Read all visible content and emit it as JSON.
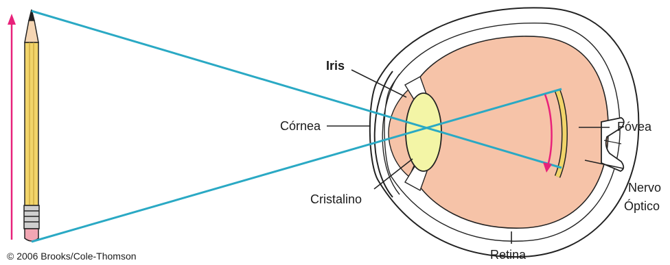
{
  "labels": {
    "iris": "Iris",
    "cornea": "Córnea",
    "crystalline": "Cristalino",
    "fovea": "Fóvea",
    "optic_nerve_line1": "Nervo",
    "optic_nerve_line2": "Óptico",
    "retina": "Retina"
  },
  "copyright": "© 2006 Brooks/Cole-Thomson",
  "colors": {
    "ray": "#2aa9c4",
    "arrow": "#e8217a",
    "eye_fill": "#f6c3a8",
    "lens_fill": "#f3f5a6",
    "pencil_body": "#f1d46a",
    "outline": "#222222"
  }
}
